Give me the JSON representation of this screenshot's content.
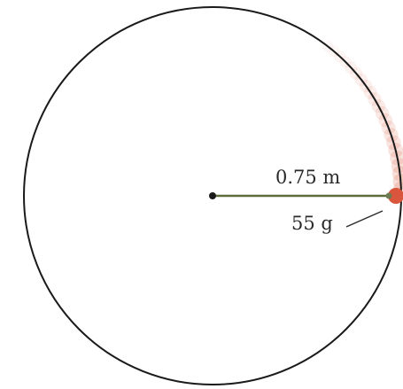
{
  "diagram": {
    "radius_label": "0.75 m",
    "mass_label": "55 g",
    "colors": {
      "circle": "#1a1a1a",
      "string": "#5e6b3a",
      "ball": "#d9553b",
      "ball_trail": "#e07a62",
      "center_dot": "#1a1a1a",
      "text": "#2a2a2a"
    },
    "icons": [
      "center-point",
      "ball",
      "motion-blur-trail"
    ]
  }
}
